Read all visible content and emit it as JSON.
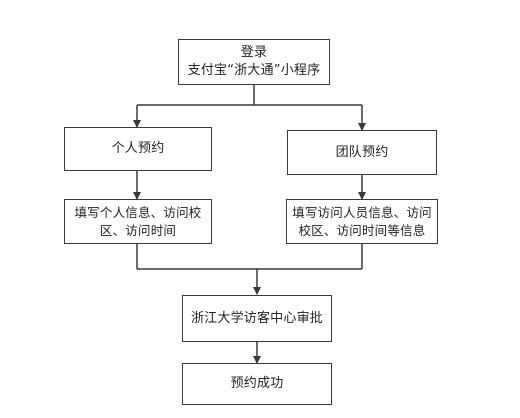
{
  "flowchart": {
    "start": {
      "line1": "登录",
      "line2": "支付宝“浙大通”小程序"
    },
    "personal": {
      "label": "个人预约"
    },
    "group": {
      "label": "团队预约"
    },
    "personal_detail": {
      "line1": "填写个人信息、访问校",
      "line2": "区、访问时间"
    },
    "group_detail": {
      "line1": "填写访问人员信息、访问",
      "line2": "校区、访问时间等信息"
    },
    "approval": {
      "label": "浙江大学访客中心审批"
    },
    "success": {
      "label": "预约成功"
    }
  },
  "colors": {
    "line": "#3a3a3a",
    "text": "#222222",
    "background": "#ffffff"
  }
}
